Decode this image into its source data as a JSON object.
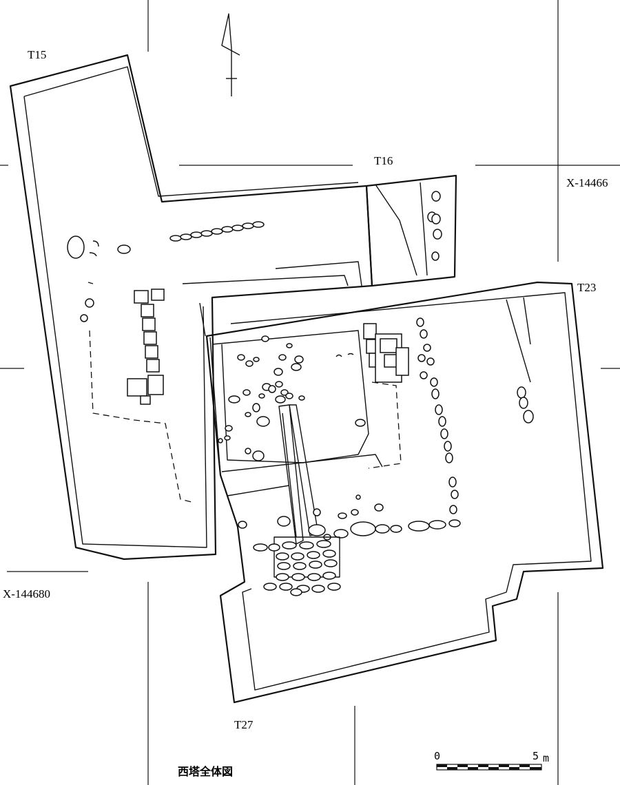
{
  "trenches": {
    "t15": "T15",
    "t16": "T16",
    "t23": "T23",
    "t27": "T27"
  },
  "grid_labels": {
    "x_north": "X-14466",
    "x_south": "X-144680"
  },
  "caption": "西塔全体図",
  "scale_bar": {
    "zero": "0",
    "five": "5",
    "unit": "m"
  }
}
